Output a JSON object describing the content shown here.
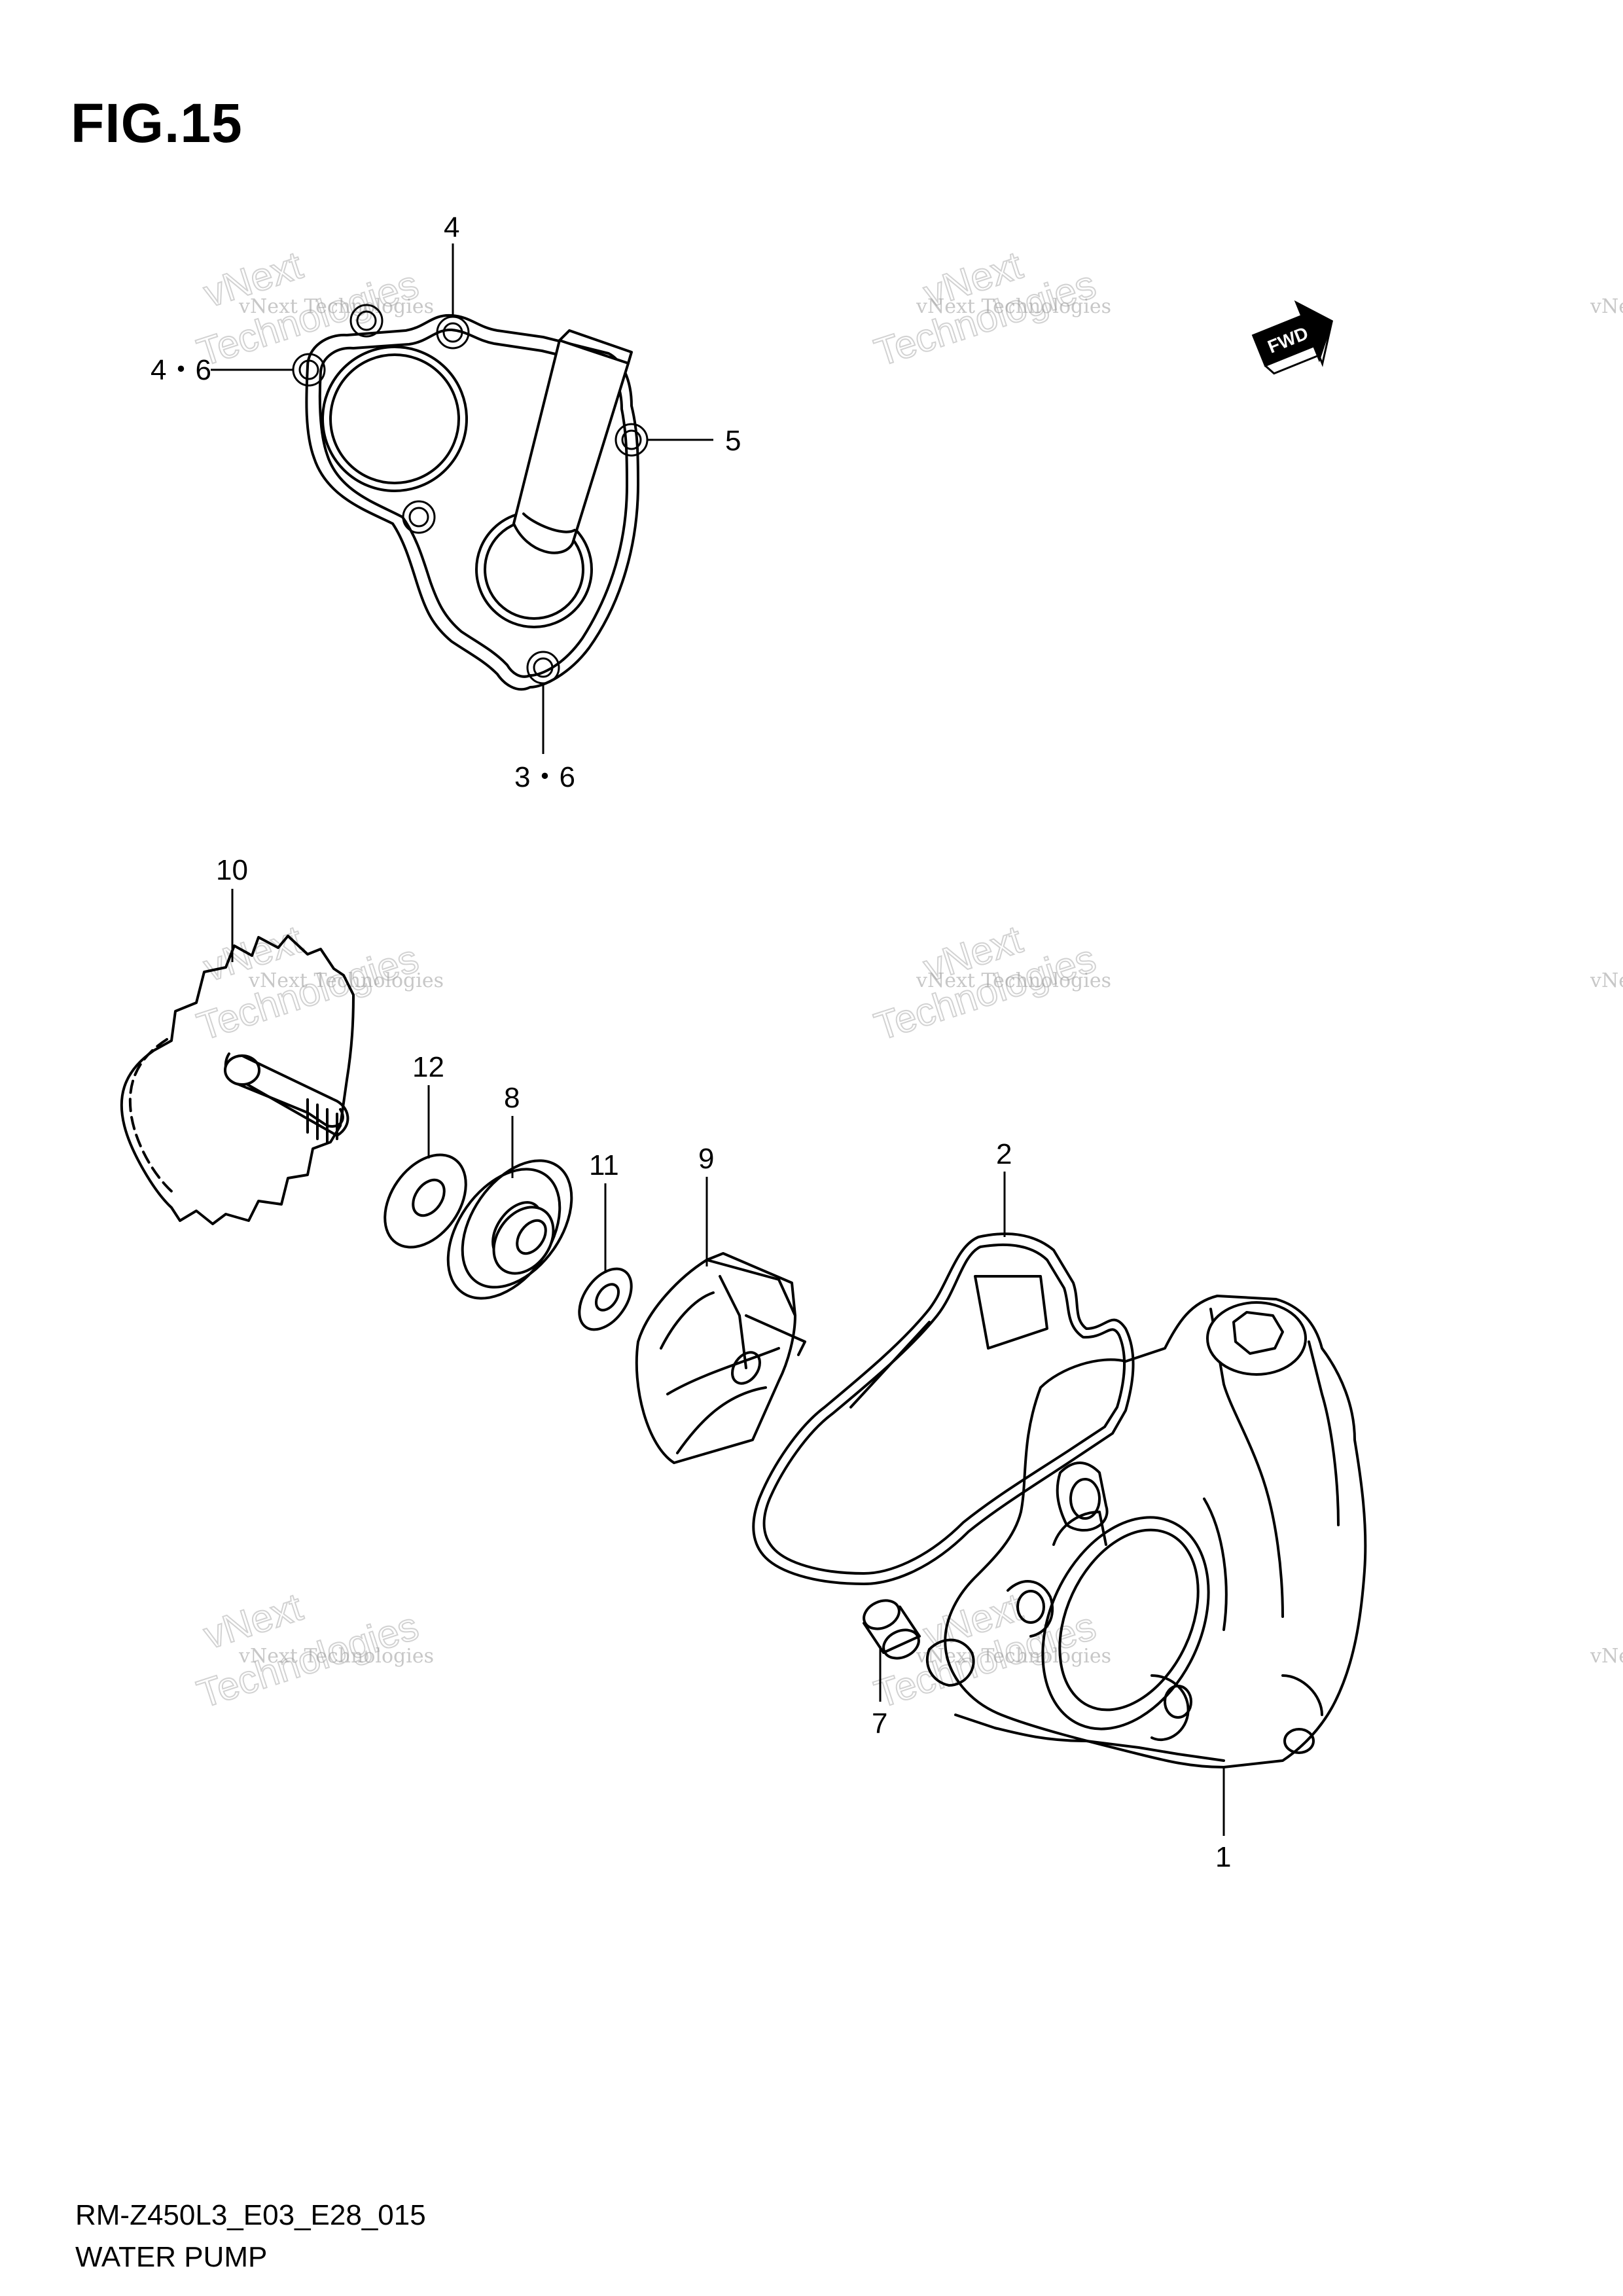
{
  "figure": {
    "title": "FIG.15",
    "model_code": "RM-Z450L3_E03_E28_015",
    "section_name": "WATER PUMP"
  },
  "direction_badge": {
    "label": "FWD"
  },
  "callouts": {
    "c1": "1",
    "c2": "2",
    "c3_6": "3・6",
    "c4": "4",
    "c4_6": "4・6",
    "c5": "5",
    "c7": "7",
    "c8": "8",
    "c9": "9",
    "c10": "10",
    "c11": "11",
    "c12": "12"
  },
  "watermark": {
    "line1": "vNext Technologies",
    "line2": "vNext",
    "line3": "Technologies"
  }
}
